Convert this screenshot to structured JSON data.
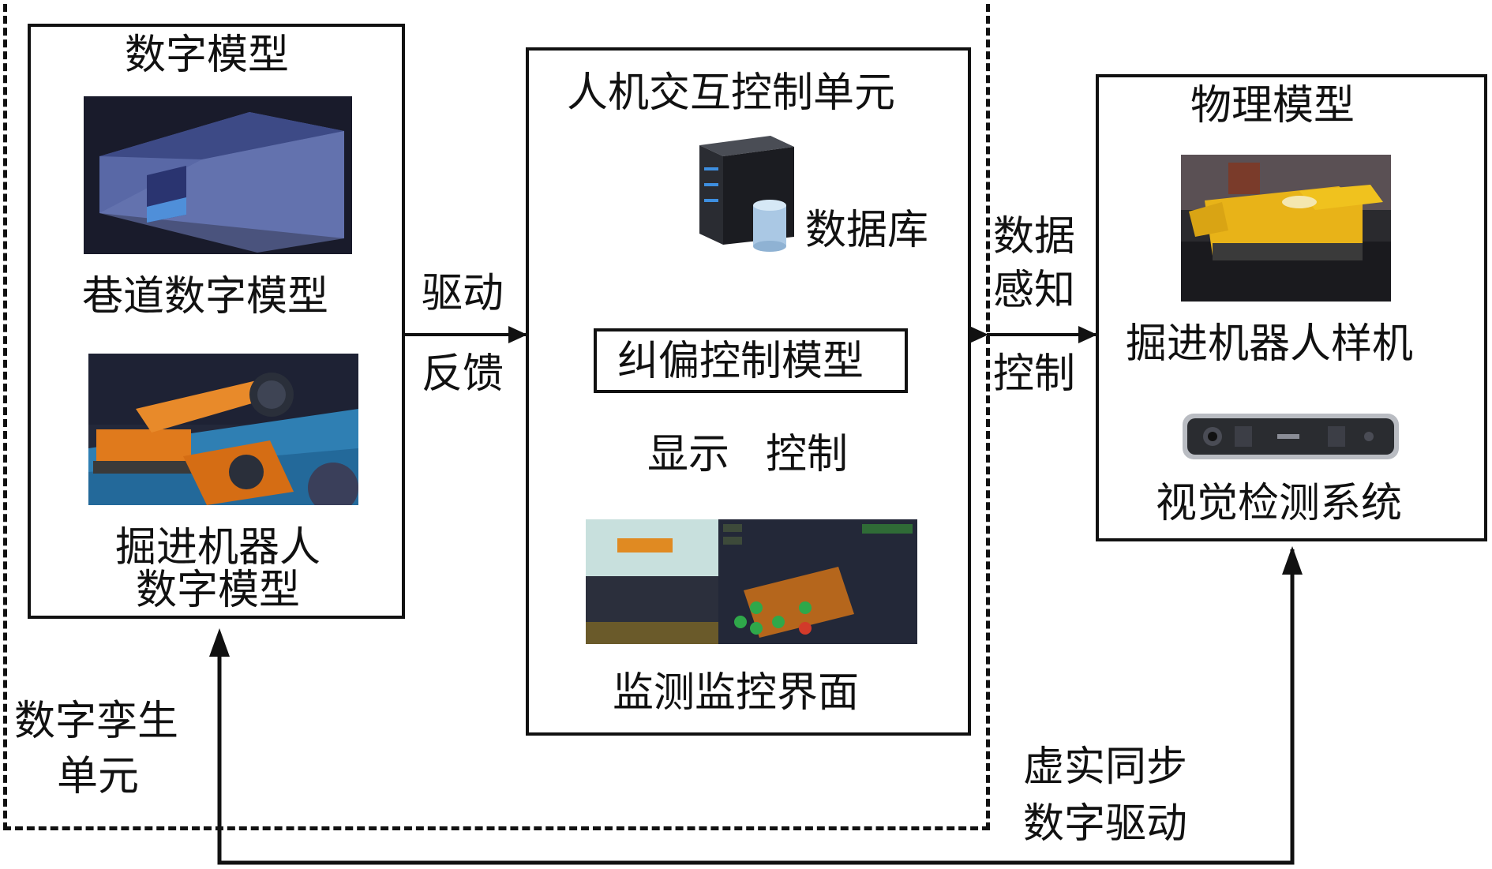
{
  "digital_twin_unit": {
    "label_line1": "数字孪生",
    "label_line2": "单元"
  },
  "digital_model": {
    "title": "数字模型",
    "tunnel_caption": "巷道数字模型",
    "robot_caption_line1": "掘进机器人",
    "robot_caption_line2": "数字模型"
  },
  "hmi_unit": {
    "title": "人机交互控制单元",
    "database_label": "数据库",
    "correction_model": "纠偏控制模型",
    "display_label": "显示",
    "control_label": "控制",
    "monitor_caption": "监测监控界面"
  },
  "physical_model": {
    "title": "物理模型",
    "prototype_caption": "掘进机器人样机",
    "vision_caption": "视觉检测系统"
  },
  "links": {
    "drive": "驱动",
    "feedback": "反馈",
    "data_perception_line1": "数据",
    "data_perception_line2": "感知",
    "control": "控制",
    "sync_line1": "虚实同步",
    "sync_line2": "数字驱动"
  },
  "colors": {
    "line": "#111111",
    "robot_orange": "#e07a1c",
    "prototype_yellow": "#e8b318",
    "tunnel_blue": "#5a6aa8"
  }
}
